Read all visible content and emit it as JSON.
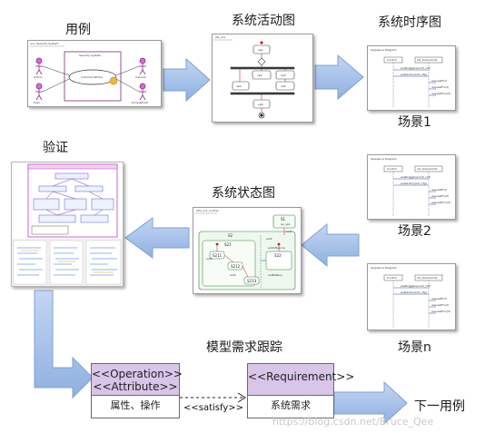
{
  "captions": {
    "use_case": "用例",
    "activity": "系统活动图",
    "sequence": "系统时序图",
    "scene1": "场景1",
    "verify": "验证",
    "state": "系统状态图",
    "scene2": "场景2",
    "scene_n": "场景n",
    "trace": "模型需求跟踪",
    "next": "下一用例"
  },
  "use_case_thumb": {
    "tab": "uc1_Security System",
    "system": "Security System",
    "usecase": "uc1ControlEntry",
    "actors": [
      "Admin",
      "Camera",
      "User",
      "AccessPoint"
    ]
  },
  "activity_thumb": {
    "tab": "AD_uc1",
    "nodes": [
      "op1",
      "op2",
      "op3",
      "op4",
      "op5",
      "op6"
    ]
  },
  "sequence_thumb": {
    "title": "Sequence Diagram",
    "lifelines": [
      "Control",
      "clk_Scenario7p"
    ],
    "messages": [
      "evaltriggers(conf_cnf)",
      "evalAction(cnf_cfg)",
      "requestFn2",
      "requestFn(2)",
      "requestFn1(2)"
    ]
  },
  "state_thumb": {
    "tab": "stm_uc1_control",
    "states": [
      "S1",
      "S2",
      "S21",
      "S211",
      "S212",
      "S213",
      "S22"
    ],
    "labels": [
      "evt1",
      "ev_op1",
      "evt3",
      "evt2",
      "evtBattery",
      "evtInfluence",
      "evt4"
    ]
  },
  "trace": {
    "left_top_lines": [
      "<<Operation>>",
      "<<Attribute>>"
    ],
    "left_bottom": "属性、操作",
    "relation": "<<satisfy>>",
    "right_top": "<<Requirement>>",
    "right_bottom": "系统需求"
  },
  "watermark": "https://blog.csdn.net/Bruce_Qee",
  "colors": {
    "arrow_fill": "#a9c3ea",
    "arrow_stroke": "#7ea1d6",
    "uml_header": "#d8c5e8",
    "connector_line": "#6a9be0"
  }
}
